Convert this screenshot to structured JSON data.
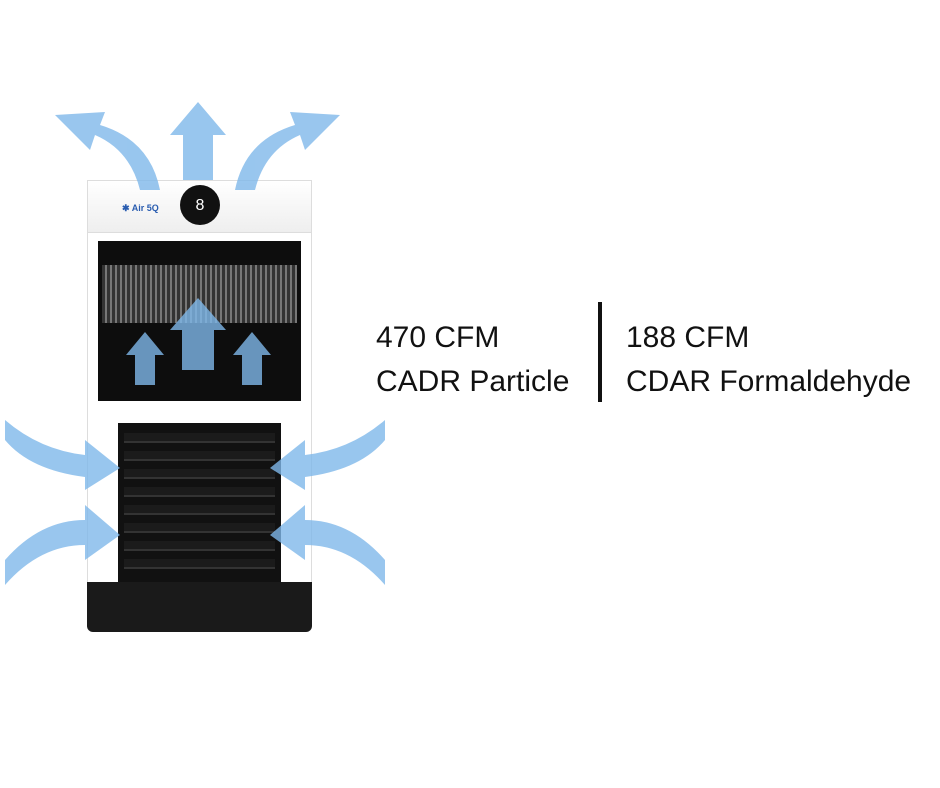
{
  "product": {
    "brand_logo": "Air 5Q",
    "display_digit": "8",
    "colors": {
      "airflow": "#7fb8ea",
      "body": "#111111",
      "panel": "#ffffff"
    }
  },
  "specs": [
    {
      "value": "470 CFM",
      "label": "CADR Particle"
    },
    {
      "value": "188 CFM",
      "label": "CDAR Formaldehyde"
    }
  ]
}
